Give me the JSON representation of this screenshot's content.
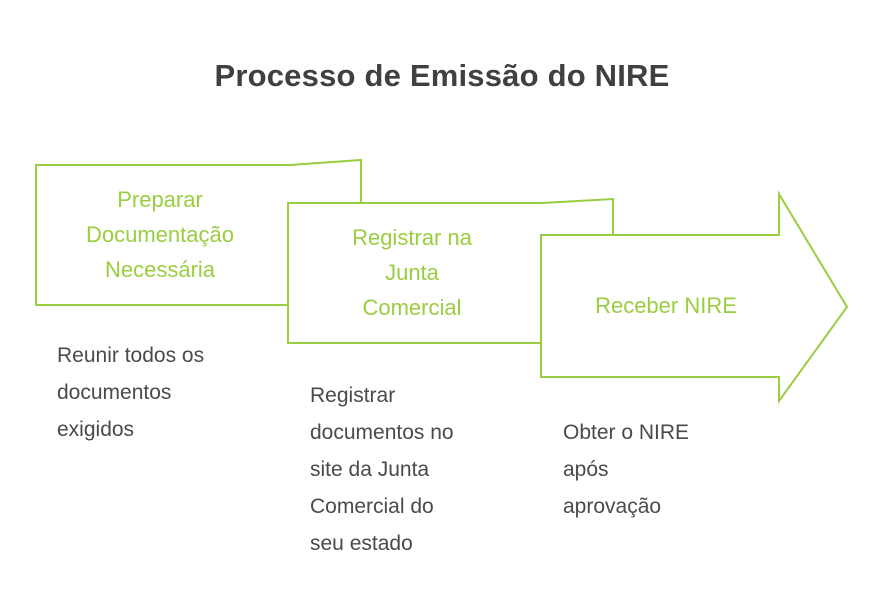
{
  "page": {
    "title": "Processo de Emissão do NIRE",
    "background_color": "#ffffff",
    "title_color": "#404040",
    "accent_color": "#9ACD40",
    "description_color": "#4a4a4a"
  },
  "diagram": {
    "type": "chevron-process",
    "direction": "left-to-right",
    "stage_count": 3,
    "stages": [
      {
        "index": 1,
        "label": "Preparar\nDocumentação\nNecessária",
        "description": "Reunir todos os\ndocumentos\nexigidos",
        "shape": "chevron-start"
      },
      {
        "index": 2,
        "label": "Registrar na\nJunta\nComercial",
        "description": "Registrar\ndocumentos no\nsite da Junta\nComercial do\nseu estado",
        "shape": "chevron-middle"
      },
      {
        "index": 3,
        "label": "Receber NIRE",
        "description": "Obter o NIRE\napós\naprovação",
        "shape": "arrow-end"
      }
    ]
  }
}
